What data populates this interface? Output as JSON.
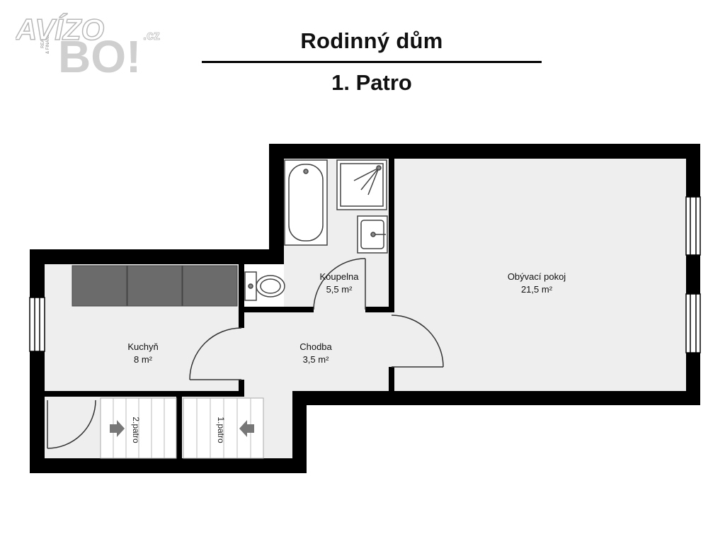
{
  "logo": {
    "brand": "AVÍZO",
    "domain": ".cz",
    "mark": "BO!",
    "side_text_1": "REALITY",
    "side_text_2": "& FINANCE"
  },
  "header": {
    "title": "Rodinný dům",
    "subtitle": "1. Patro"
  },
  "rooms": [
    {
      "name": "Koupelna",
      "area": "5,5 m²"
    },
    {
      "name": "Obývací pokoj",
      "area": "21,5 m²"
    },
    {
      "name": "Kuchyň",
      "area": "8 m²"
    },
    {
      "name": "Chodba",
      "area": "3,5 m²"
    }
  ],
  "stairs": [
    {
      "label": "2.patro"
    },
    {
      "label": "1.patro"
    }
  ],
  "colors": {
    "wall": "#000000",
    "floor": "#eeeeee",
    "cabinet": "#6b6b6b",
    "stair": "#ffffff"
  }
}
